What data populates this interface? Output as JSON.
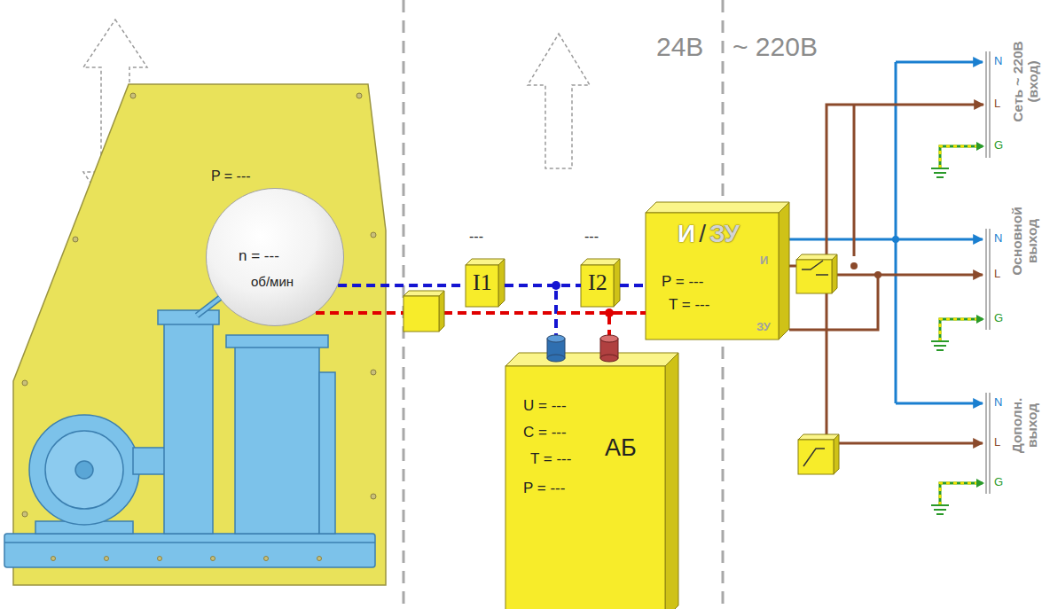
{
  "diagram": {
    "nodes": [
      {
        "text": [
          "P = ---"
        ]
      },
      {
        "text": [
          "n = ---",
          "об/мин"
        ],
        "in": 0
      },
      {
        "text": [
          "---",
          "I1"
        ]
      },
      {
        "text": [
          "---",
          "I2"
        ]
      },
      {
        "text": [
          "И",
          "/",
          "ЗУ",
          "P = ---",
          "T = ---"
        ]
      },
      {
        "text": [
          "U = ---",
          "C = ---",
          "T = ---",
          "P = ---",
          "АБ"
        ]
      }
    ],
    "edges": [
      {
        "from": 1,
        "to": 2,
        "arrow": "none"
      },
      {
        "from": 2,
        "to": 3,
        "arrow": "none"
      },
      {
        "from": 3,
        "to": 4,
        "arrow": "none"
      },
      {
        "from": 2,
        "to": 5,
        "arrow": "none"
      },
      {
        "from": 1,
        "to": 4,
        "arrow": "none"
      },
      {
        "from": 5,
        "to": 4,
        "arrow": "none"
      }
    ],
    "labels": [
      "24В",
      "~ 220В",
      "И",
      "ЗУ",
      "N",
      "L",
      "G",
      "N",
      "L",
      "G",
      "N",
      "L",
      "G",
      "Сеть ~ 220В (вход)",
      "Основной выход",
      "Дополн. выход"
    ]
  }
}
